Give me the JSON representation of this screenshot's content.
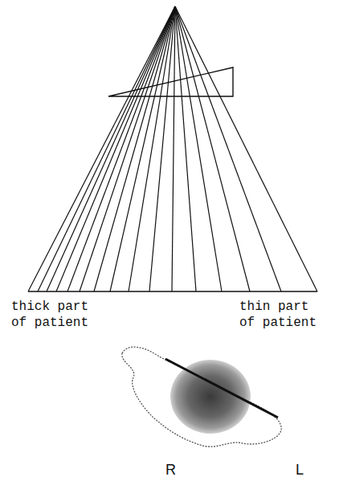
{
  "diagram": {
    "labels": [
      "thick part of patient",
      "thin part of patient",
      "R",
      "L"
    ]
  }
}
